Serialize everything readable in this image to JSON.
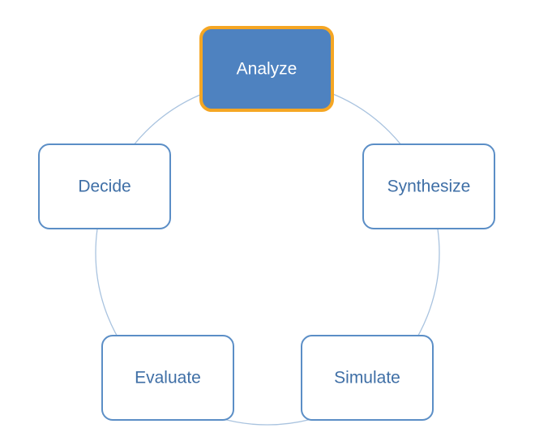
{
  "diagram": {
    "type": "cycle",
    "colors": {
      "node_border": "#5b8ec6",
      "node_text": "#3f6fa6",
      "active_fill": "#4e82c0",
      "active_border": "#f5a623",
      "active_text": "#ffffff",
      "ring": "#a9c3df"
    },
    "nodes": [
      {
        "label": "Analyze",
        "active": true
      },
      {
        "label": "Synthesize",
        "active": false
      },
      {
        "label": "Simulate",
        "active": false
      },
      {
        "label": "Evaluate",
        "active": false
      },
      {
        "label": "Decide",
        "active": false
      }
    ]
  }
}
